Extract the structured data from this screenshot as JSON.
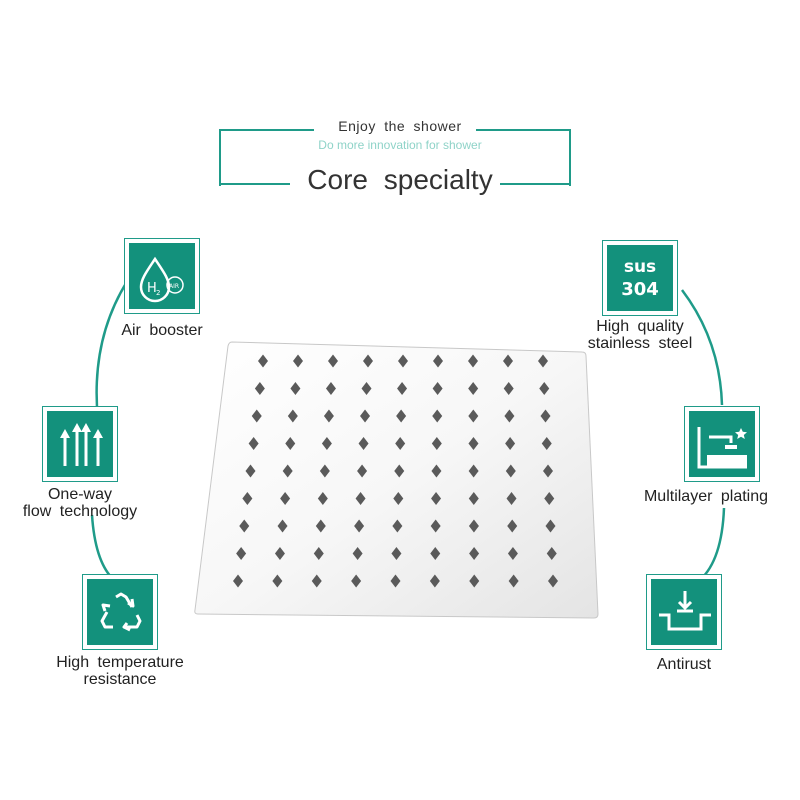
{
  "header": {
    "tagline": "Enjoy  the  shower",
    "subtitle": "Do more innovation for shower",
    "title": "Core  specialty"
  },
  "colors": {
    "accent": "#13917c",
    "accent_light": "#8fd3c8",
    "text": "#222222"
  },
  "features_left": [
    {
      "icon": "h2-air-icon",
      "badge_text": "H",
      "badge_sub": "2",
      "badge_air": "AIR",
      "label": "Air  booster"
    },
    {
      "icon": "upward-arrows-icon",
      "label_line1": "One-way",
      "label_line2": "flow  technology"
    },
    {
      "icon": "recycle-icon",
      "label_line1": "High  temperature",
      "label_line2": "resistance"
    }
  ],
  "features_right": [
    {
      "icon": "sus-304-icon",
      "badge_line1": "sus",
      "badge_line2": "304",
      "label_line1": "High  quality",
      "label_line2": "stainless  steel"
    },
    {
      "icon": "faucet-icon",
      "label": "Multilayer  plating"
    },
    {
      "icon": "anti-rust-icon",
      "label": "Antirust"
    }
  ],
  "product": {
    "icon": "square-shower-head-icon",
    "nozzle_rows": 9,
    "nozzle_cols": 9
  }
}
